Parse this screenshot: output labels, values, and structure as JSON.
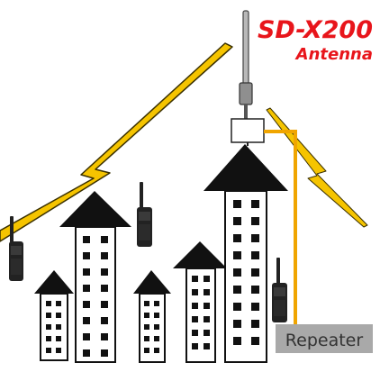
{
  "product": {
    "model": "SD-X200",
    "subtitle": "Antenna"
  },
  "repeater": {
    "label": "Repeater"
  },
  "colors": {
    "accent_red": "#e8151b",
    "lightning_yellow": "#f5c400",
    "cable_orange": "#f0a500",
    "building_black": "#111111",
    "repeater_gray": "#a9a9a9",
    "radio_black": "#222222"
  },
  "icons": [
    "antenna-icon",
    "lightning-bolt-icon",
    "walkie-talkie-icon",
    "repeater-box-icon",
    "building-icon"
  ]
}
